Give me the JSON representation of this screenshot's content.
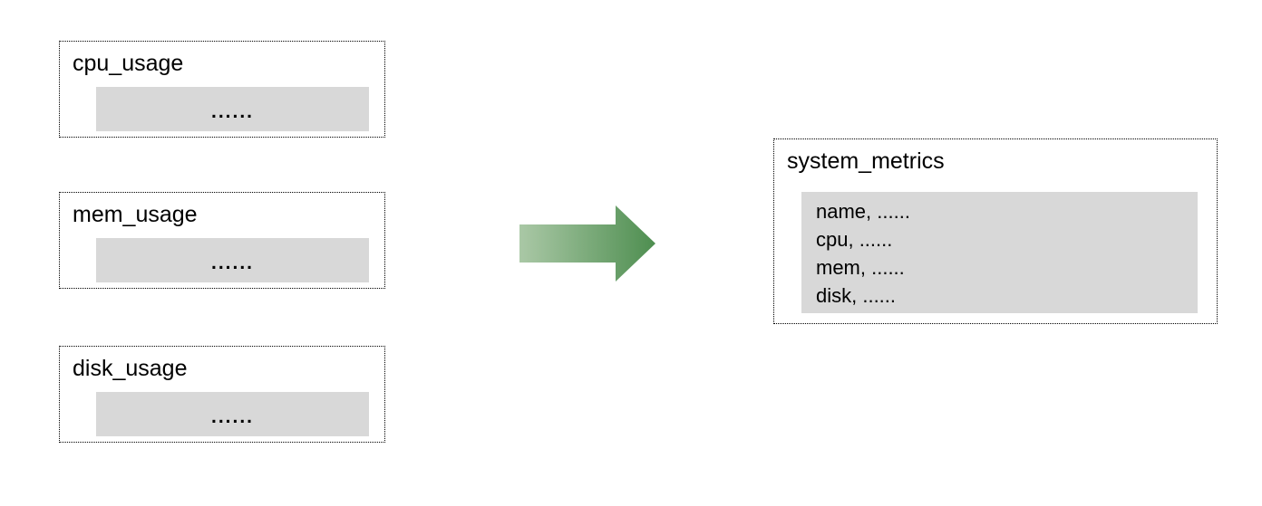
{
  "source_tables": [
    {
      "name": "cpu_usage",
      "rows_placeholder": "......"
    },
    {
      "name": "mem_usage",
      "rows_placeholder": "......"
    },
    {
      "name": "disk_usage",
      "rows_placeholder": "......"
    }
  ],
  "arrow": {
    "icon": "right-arrow",
    "gradient_from": "#aac8a6",
    "gradient_to": "#4e8e50"
  },
  "result_table": {
    "name": "system_metrics",
    "fields": [
      "name, ......",
      "cpu, ......",
      "mem, ......",
      "disk, ......"
    ]
  },
  "colors": {
    "bar_fill": "#d8d8d8",
    "border": "#000000",
    "background": "#ffffff"
  }
}
